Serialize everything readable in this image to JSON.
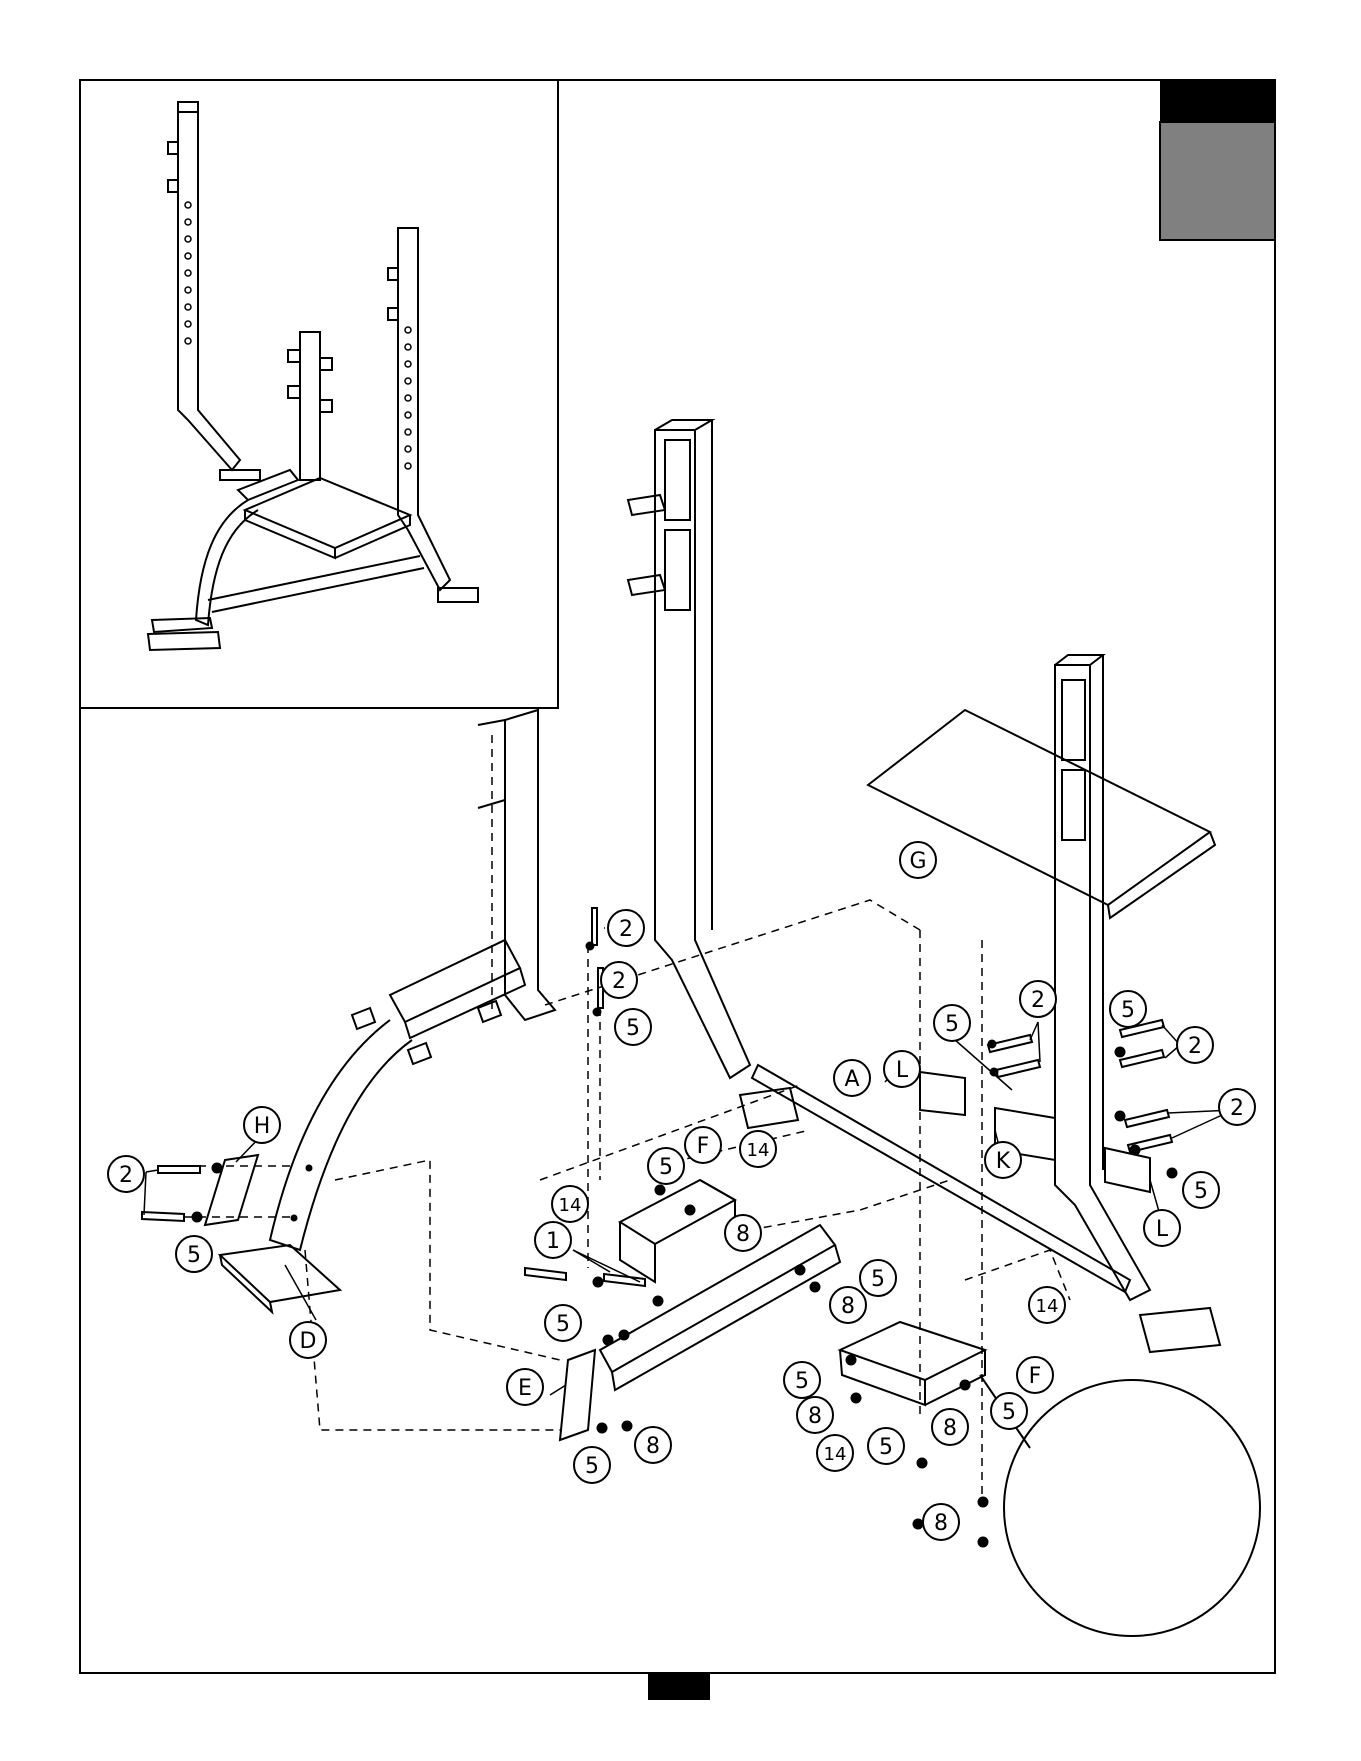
{
  "colors": {
    "ink": "#000000",
    "paper": "#ffffff",
    "tab_dark": "#000000",
    "tab_grey": "#808080",
    "page_number_box": "#000000"
  },
  "callouts": [
    {
      "id": "c-2a",
      "label": "2"
    },
    {
      "id": "c-2b",
      "label": "2"
    },
    {
      "id": "c-5a",
      "label": "5"
    },
    {
      "id": "c-5b",
      "label": "5"
    },
    {
      "id": "c-2c",
      "label": "2"
    },
    {
      "id": "c-5c",
      "label": "5"
    },
    {
      "id": "c-2d",
      "label": "2"
    },
    {
      "id": "c-2e",
      "label": "2"
    },
    {
      "id": "c-5d",
      "label": "5"
    },
    {
      "id": "c-A",
      "label": "A"
    },
    {
      "id": "c-L1",
      "label": "L"
    },
    {
      "id": "c-K",
      "label": "K"
    },
    {
      "id": "c-L2",
      "label": "L"
    },
    {
      "id": "c-G",
      "label": "G"
    },
    {
      "id": "c-H",
      "label": "H"
    },
    {
      "id": "c-2f",
      "label": "2"
    },
    {
      "id": "c-5e",
      "label": "5"
    },
    {
      "id": "c-D",
      "label": "D"
    },
    {
      "id": "c-14a",
      "label": "14"
    },
    {
      "id": "c-5f",
      "label": "5"
    },
    {
      "id": "c-F1",
      "label": "F"
    },
    {
      "id": "c-14b",
      "label": "14"
    },
    {
      "id": "c-8a",
      "label": "8"
    },
    {
      "id": "c-1",
      "label": "1"
    },
    {
      "id": "c-5g",
      "label": "5"
    },
    {
      "id": "c-5h",
      "label": "5"
    },
    {
      "id": "c-8b",
      "label": "8"
    },
    {
      "id": "c-14c",
      "label": "14"
    },
    {
      "id": "c-E",
      "label": "E"
    },
    {
      "id": "c-5i",
      "label": "5"
    },
    {
      "id": "c-8c",
      "label": "8"
    },
    {
      "id": "c-F2",
      "label": "F"
    },
    {
      "id": "c-5j",
      "label": "5"
    },
    {
      "id": "c-8d",
      "label": "8"
    },
    {
      "id": "c-8e",
      "label": "8"
    },
    {
      "id": "c-5k",
      "label": "5"
    },
    {
      "id": "c-14d",
      "label": "14"
    },
    {
      "id": "c-5l",
      "label": "5"
    },
    {
      "id": "c-8f",
      "label": "8"
    }
  ]
}
